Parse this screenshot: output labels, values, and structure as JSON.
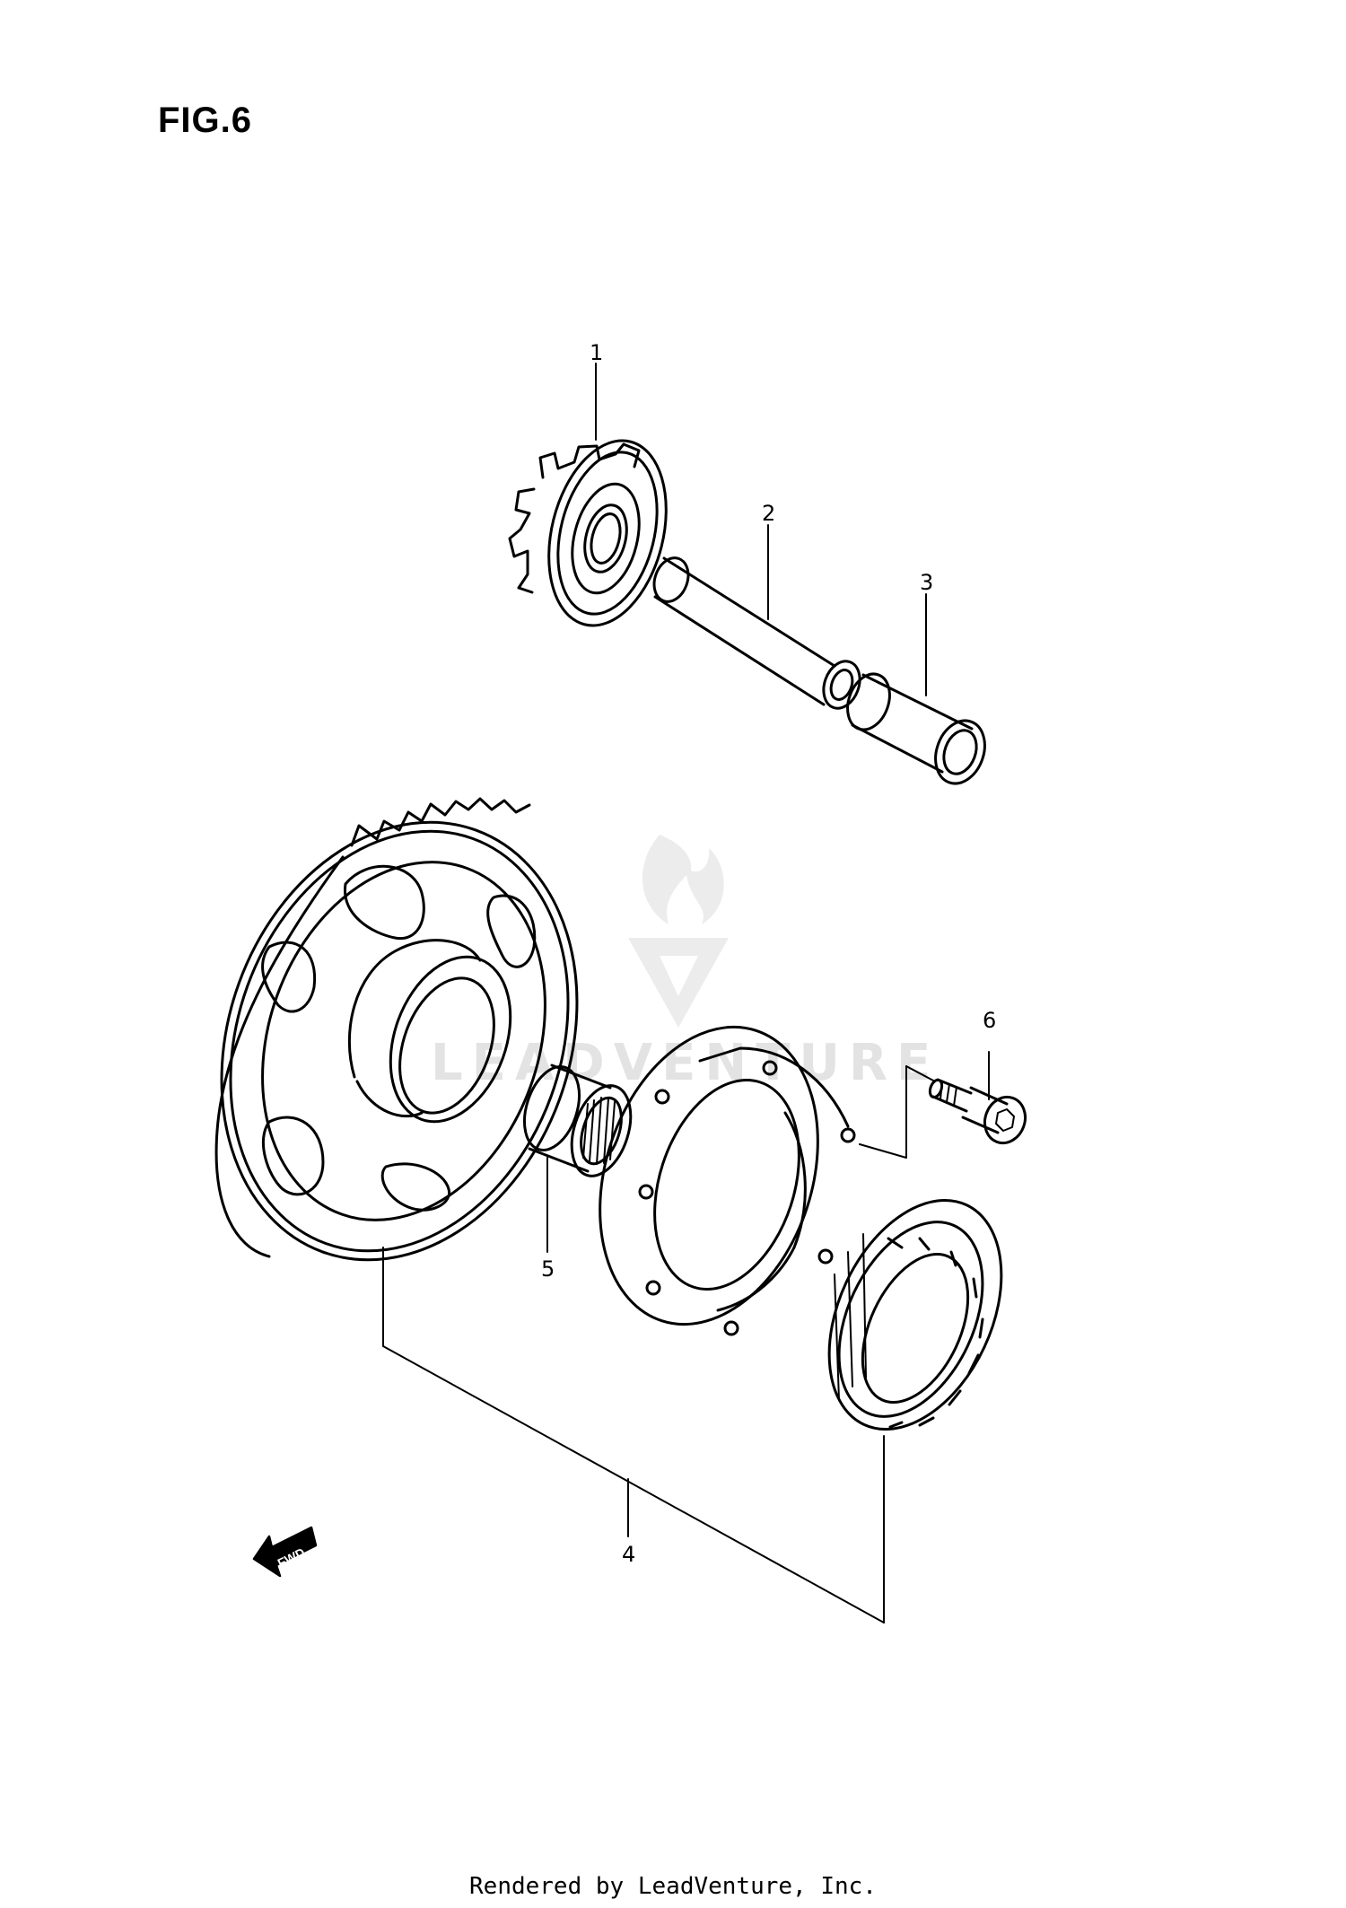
{
  "figure": {
    "title": "FIG.6"
  },
  "callouts": [
    {
      "label": "1"
    },
    {
      "label": "2"
    },
    {
      "label": "3"
    },
    {
      "label": "4"
    },
    {
      "label": "5"
    },
    {
      "label": "6"
    }
  ],
  "fwd_badge": {
    "label": "FWD"
  },
  "watermark": {
    "text": "LEADVENTURE"
  },
  "footer": {
    "credit": "Rendered by LeadVenture, Inc."
  }
}
